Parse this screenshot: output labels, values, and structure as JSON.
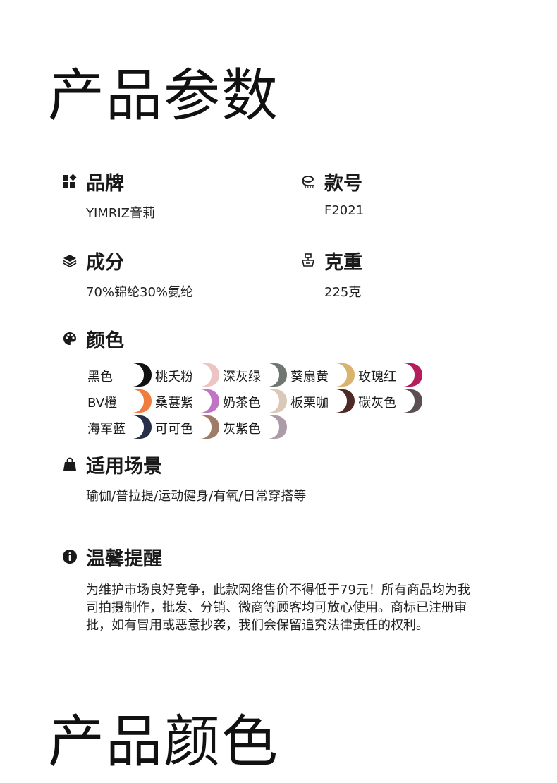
{
  "titles": {
    "top": "产品参数",
    "bottom": "产品颜色"
  },
  "brand": {
    "label": "品牌",
    "value": "YIMRIZ音莉",
    "icon": "grid-icon"
  },
  "model": {
    "label": "款号",
    "value": "F2021",
    "icon": "tape-icon"
  },
  "material": {
    "label": "成分",
    "value": "70%锦纶30%氨纶",
    "icon": "layers-icon"
  },
  "weight": {
    "label": "克重",
    "value": "225克",
    "icon": "scale-icon"
  },
  "colors": {
    "label": "颜色",
    "icon": "palette-icon",
    "swatches": [
      {
        "name": "黑色",
        "color": "#111111"
      },
      {
        "name": "桃夭粉",
        "color": "#ecc4c4"
      },
      {
        "name": "深灰绿",
        "color": "#6f7770"
      },
      {
        "name": "葵扇黄",
        "color": "#dab46e"
      },
      {
        "name": "玫瑰红",
        "color": "#b51d5d"
      },
      {
        "name": "BV橙",
        "color": "#ef7d3f"
      },
      {
        "name": "桑葚紫",
        "color": "#bf74c4"
      },
      {
        "name": "奶茶色",
        "color": "#dac8b8"
      },
      {
        "name": "板栗咖",
        "color": "#4e2a26"
      },
      {
        "name": "碳灰色",
        "color": "#5a5053"
      },
      {
        "name": "海军蓝",
        "color": "#283049"
      },
      {
        "name": "可可色",
        "color": "#9f7c68"
      },
      {
        "name": "灰紫色",
        "color": "#ac9ca8"
      }
    ]
  },
  "usage": {
    "label": "适用场景",
    "value": "瑜伽/普拉提/运动健身/有氧/日常穿搭等",
    "icon": "bag-icon"
  },
  "notice": {
    "label": "温馨提醒",
    "icon": "info-icon",
    "text": "为维护市场良好竞争，此款网络售价不得低于79元！所有商品均为我司拍摄制作，批发、分销、微商等顾客均可放心使用。商标已注册审批，如有冒用或恶意抄袭，我们会保留追究法律责任的权利。"
  }
}
